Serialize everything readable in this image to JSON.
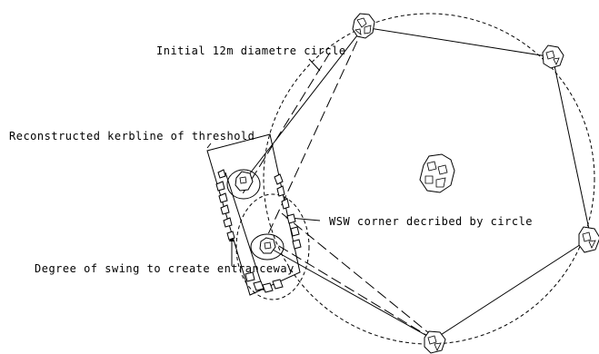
{
  "labels": {
    "initial_circle": "Initial 12m diametre circle",
    "kerbline": "Reconstructed kerbline of threshold",
    "wsw_corner": "WSW corner decribed by circle",
    "swing": "Degree of swing to create entranceway"
  },
  "colors": {
    "ink": "#000000",
    "background": "#ffffff"
  }
}
